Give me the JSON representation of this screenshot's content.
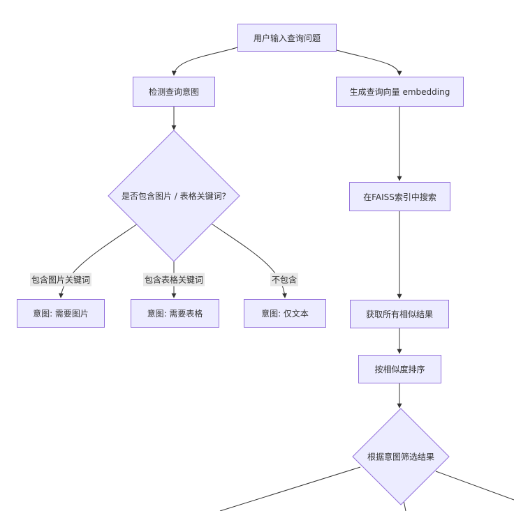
{
  "nodes": {
    "user_input": "用户输入查询问题",
    "detect_intent": "检测查询意图",
    "gen_embedding": "生成查询向量 embedding",
    "has_keywords": "是否包含图片 / 表格关键词?",
    "faiss_search": "在FAISS索引中搜索",
    "intent_image": "意图: 需要图片",
    "intent_table": "意图: 需要表格",
    "intent_text": "意图: 仅文本",
    "get_results": "获取所有相似结果",
    "sort_similarity": "按相似度排序",
    "filter_by_intent": "根据意图筛选结果"
  },
  "edge_labels": {
    "contains_image": "包含图片关键词",
    "contains_table": "包含表格关键词",
    "not_contains": "不包含"
  },
  "colors": {
    "node_fill": "#ececff",
    "node_border": "#9370db",
    "edge": "#333333",
    "label_bg": "#e8e8e8"
  }
}
